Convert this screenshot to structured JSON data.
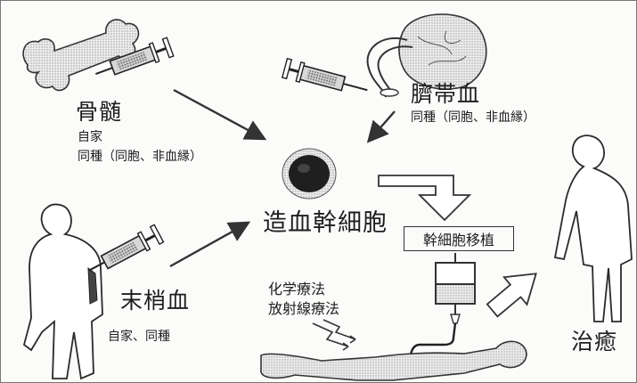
{
  "sources": {
    "bone_marrow": {
      "title": "骨髄",
      "line1": "自家",
      "line2": "同種（同胞、非血縁）"
    },
    "cord_blood": {
      "title": "臍帯血",
      "line1": "同種（同胞、非血縁）"
    },
    "peripheral_blood": {
      "title": "末梢血",
      "line1": "自家、同種"
    }
  },
  "center": {
    "title": "造血幹細胞"
  },
  "transplant": {
    "label": "幹細胞移植"
  },
  "therapy": {
    "line1": "化学療法",
    "line2": "放射線療法"
  },
  "outcome": {
    "label": "治癒"
  }
}
